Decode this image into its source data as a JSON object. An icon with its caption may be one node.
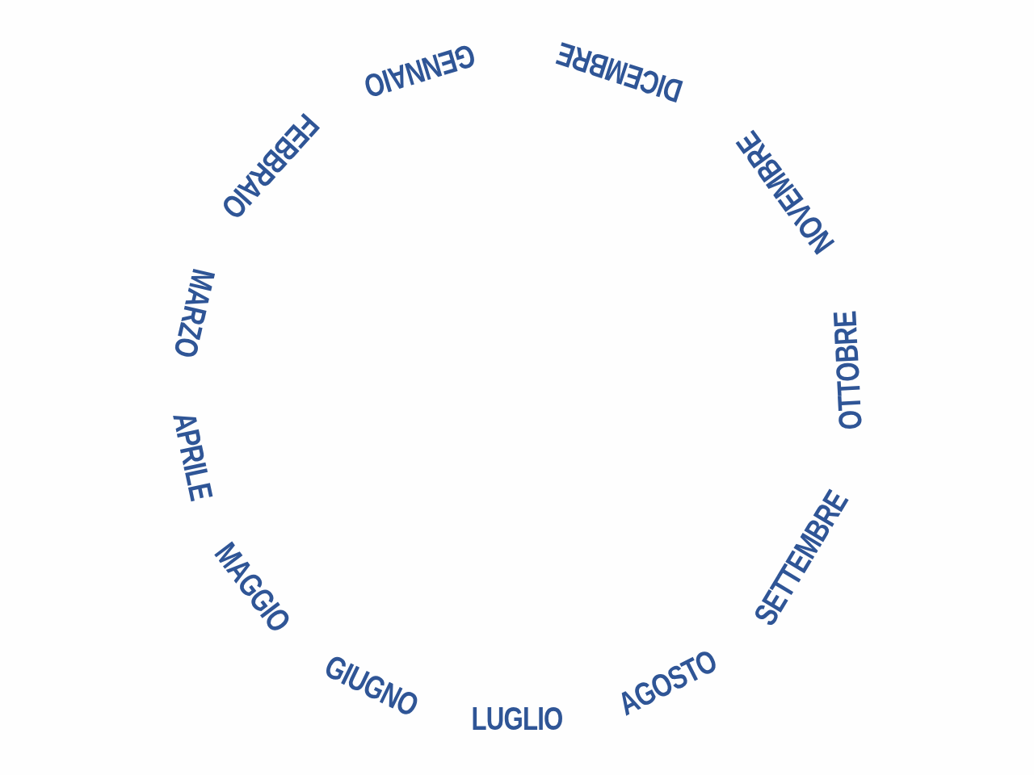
{
  "diagram": {
    "labels": [
      "GENNAIO",
      "FEBBRAIO",
      "MARZO",
      "APRILE",
      "MAGGIO",
      "GIUGNO",
      "LUGLIO",
      "AGOSTO",
      "SETTEMBRE",
      "OTTOBRE",
      "NOVEMBRE",
      "DICEMBRE"
    ]
  }
}
